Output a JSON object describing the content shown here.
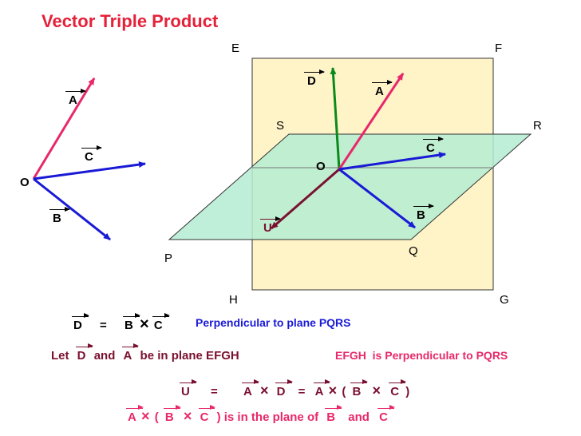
{
  "title": "Vector Triple Product",
  "colors": {
    "title": "#e5213a",
    "blue": "#1a1ad6",
    "red": "#e8286a",
    "green": "#0a8a1a",
    "maroon": "#7a1030",
    "plane_efgh": "#fff3c8",
    "plane_pqrs": "#b4ecd2"
  },
  "left_diagram": {
    "origin_label": "O",
    "vector_a": "A",
    "vector_b": "B",
    "vector_c": "C"
  },
  "planes": {
    "efgh": {
      "e": "E",
      "f": "F",
      "g": "G",
      "h": "H"
    },
    "pqrs": {
      "p": "P",
      "q": "Q",
      "r": "R",
      "s": "S"
    }
  },
  "main_diagram": {
    "origin_label": "O",
    "vector_d": "D",
    "vector_a": "A",
    "vector_b": "B",
    "vector_c": "C",
    "vector_u": "U"
  },
  "equations": {
    "line1": {
      "d": "D",
      "eq": "=",
      "b": "B",
      "cross": "×",
      "c": "C",
      "note": "Perpendicular to plane PQRS"
    },
    "line2": {
      "let": "Let",
      "d": "D",
      "and": "and",
      "a": "A",
      "rest": "be in plane EFGH",
      "note": "EFGH  is Perpendicular to PQRS"
    },
    "line3": {
      "u": "U",
      "eq": "=",
      "a": "A",
      "cross1": "×",
      "d": "D",
      "eq2": "=",
      "a2": "A",
      "cross2": "×",
      "open": "(",
      "b": "B",
      "cross3": "×",
      "c": "C",
      "close": ")"
    },
    "line4": {
      "a": "A",
      "cross1": "×",
      "open": "(",
      "b": "B",
      "cross2": "×",
      "c": "C",
      "rest": ") is in the plane of",
      "b2": "B",
      "and": "and",
      "c2": "C"
    }
  }
}
